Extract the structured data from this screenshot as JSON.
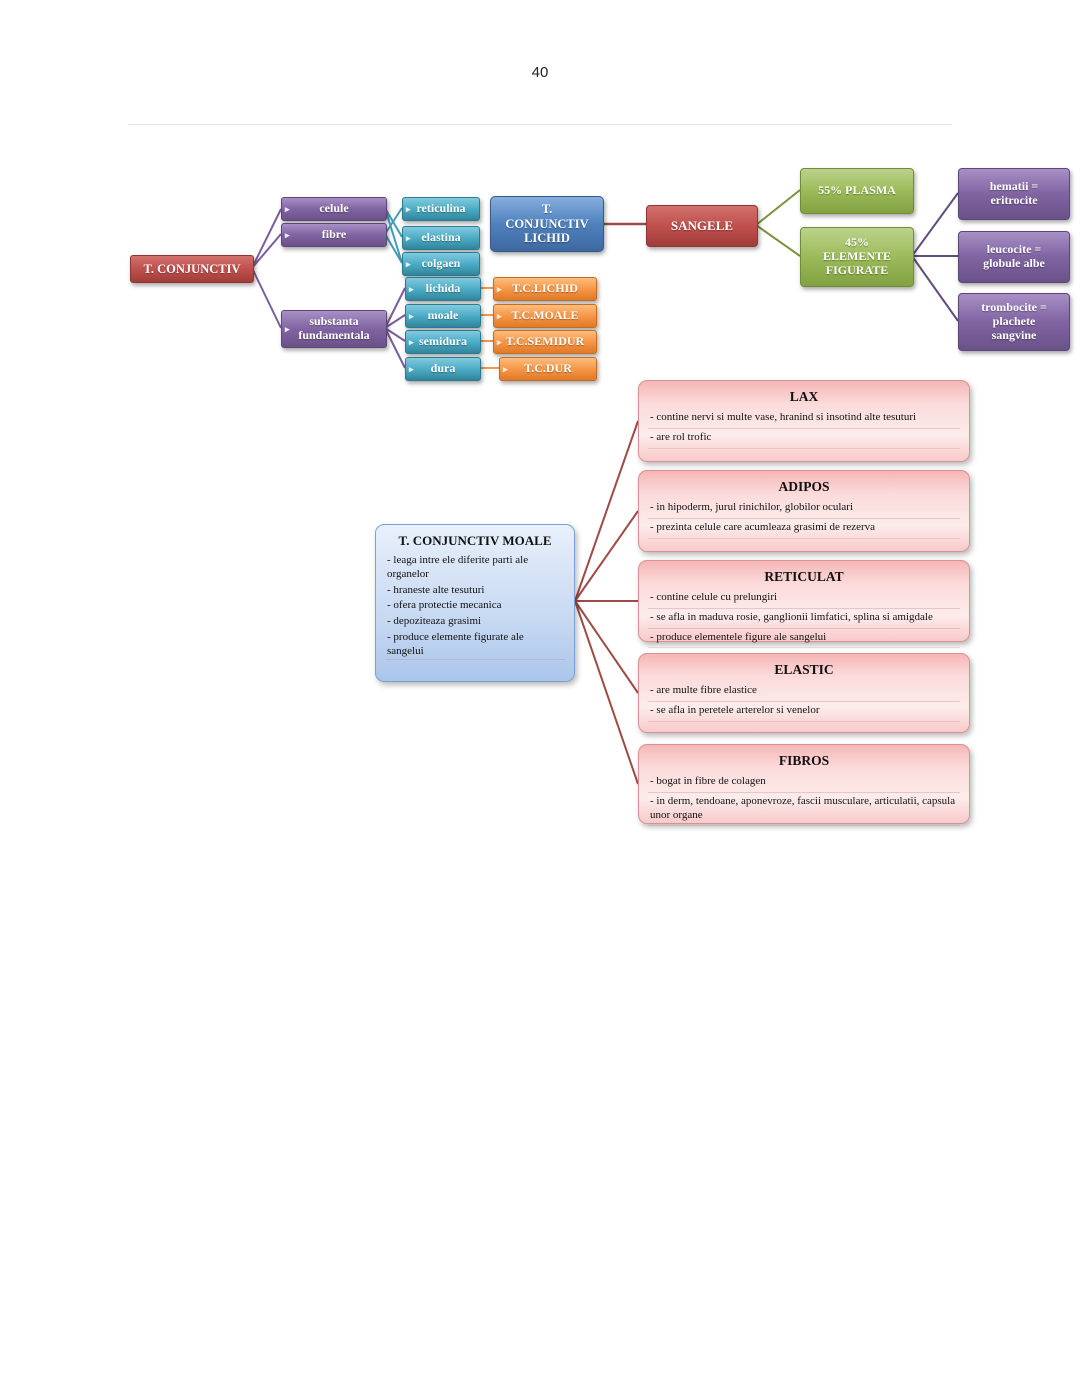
{
  "page": {
    "number": "40"
  },
  "palette": {
    "red": "#c0504d",
    "purple": "#8064a2",
    "teal": "#4bacc6",
    "orange": "#f79646",
    "blue": "#4f81bd",
    "green": "#9bbb59",
    "pink": "#f8caca",
    "maroon_line": "#9e4a45"
  },
  "tree": {
    "root": "T. CONJUNCTIV",
    "branches": [
      {
        "label": "celule"
      },
      {
        "label": "fibre"
      },
      {
        "label": "substanta\nfundamentala"
      }
    ],
    "fibre_types": [
      {
        "label": "reticulina"
      },
      {
        "label": "elastina"
      },
      {
        "label": "colgaen"
      }
    ],
    "substance_states": [
      {
        "label": "lichida"
      },
      {
        "label": "moale"
      },
      {
        "label": "semidura"
      },
      {
        "label": "dura"
      }
    ],
    "tissue_codes": [
      {
        "label": "T.C.LICHID"
      },
      {
        "label": "T.C.MOALE"
      },
      {
        "label": "T.C.SEMIDUR"
      },
      {
        "label": "T.C.DUR"
      }
    ],
    "lichid_node": "T.\nCONJUNCTIV\nLICHID",
    "sangele": "SANGELE",
    "blood_parts": [
      {
        "label": "55% PLASMA"
      },
      {
        "label": "45%\nELEMENTE\nFIGURATE"
      }
    ],
    "figurate": [
      {
        "label": "hematii =\neritrocite"
      },
      {
        "label": "leucocite =\nglobule albe"
      },
      {
        "label": "trombocite =\nplachete\nsangvine"
      }
    ]
  },
  "moale_box": {
    "title": "T. CONJUNCTIV MOALE",
    "bullets": [
      "- leaga intre ele diferite parti ale organelor",
      "- hraneste alte tesuturi",
      "- ofera protectie mecanica",
      "- depoziteaza grasimi",
      "- produce elemente figurate ale sangelui"
    ]
  },
  "types": [
    {
      "title": "LAX",
      "lines": [
        "- contine nervi si multe vase, hranind si insotind alte tesuturi",
        "- are rol trofic"
      ]
    },
    {
      "title": "ADIPOS",
      "lines": [
        "- in hipoderm, jurul rinichilor, globilor oculari",
        "- prezinta celule care acumleaza grasimi de rezerva"
      ]
    },
    {
      "title": "RETICULAT",
      "lines": [
        "- contine celule cu prelungiri",
        "- se afla in maduva rosie, ganglionii limfatici, splina si amigdale",
        "- produce elementele figure ale sangelui"
      ]
    },
    {
      "title": "ELASTIC",
      "lines": [
        "- are multe fibre elastice",
        "- se afla in peretele arterelor si venelor"
      ]
    },
    {
      "title": "FIBROS",
      "lines": [
        "- bogat in fibre de colagen",
        "- in derm, tendoane, aponevroze, fascii musculare, articulatii, capsula unor organe"
      ]
    }
  ]
}
